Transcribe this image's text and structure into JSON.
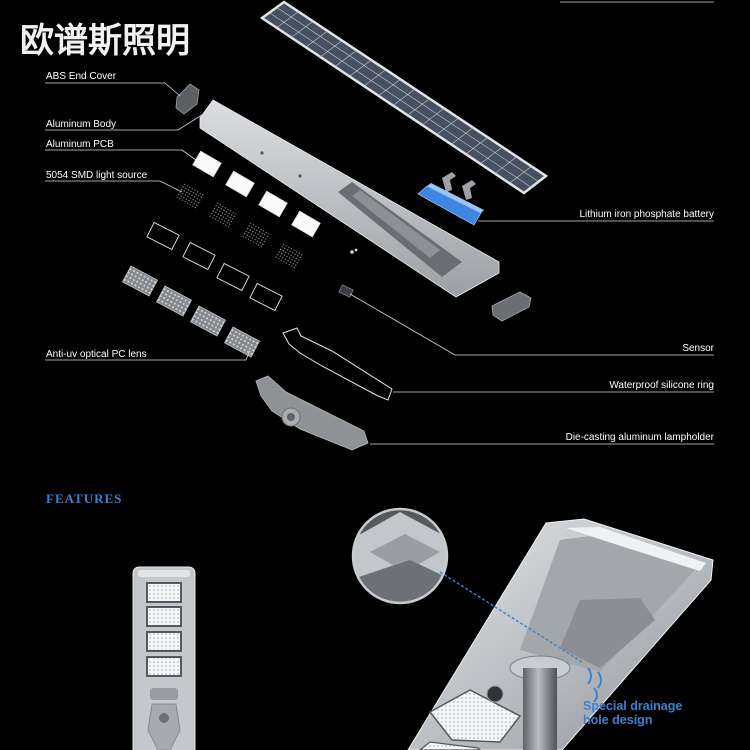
{
  "brand": "欧谱斯照明",
  "labels": {
    "abs_end_cover": "ABS End Cover",
    "aluminum_body": "Aluminum Body",
    "aluminum_pcb": "Aluminum PCB",
    "smd_light_source": "5054 SMD light source",
    "pc_lens": "Anti-uv optical PC lens",
    "battery": "Lithium iron phosphate battery",
    "sensor": "Sensor",
    "silicone_ring": "Waterproof silicone ring",
    "lampholder": "Die-casting aluminum lampholder"
  },
  "features_heading": "FEATURES",
  "callout": {
    "line1": "Special drainage",
    "line2": "hole design"
  },
  "colors": {
    "background": "#000000",
    "accent": "#3b82d0",
    "battery_blue": "#3f86e0",
    "body_gray": "#b9bcc0"
  }
}
